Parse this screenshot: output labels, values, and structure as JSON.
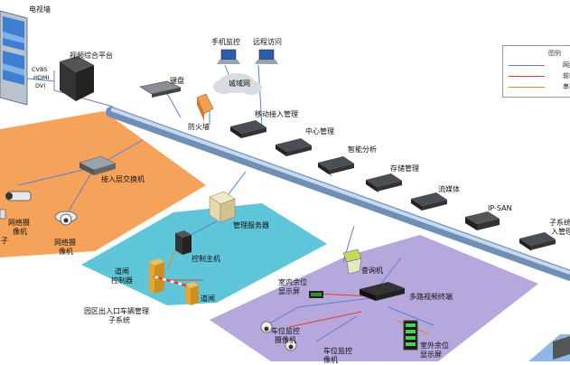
{
  "labels": {
    "tv_wall": "电视墙",
    "video_platform": "视频综合平台",
    "cvbs": "CVBS",
    "hdmi": "HDMI",
    "dvi": "DVI",
    "keyboard": "键盘",
    "mobile_monitor": "手机监控",
    "remote_access": "远程访问",
    "wan": "城域网",
    "firewall": "防火墙",
    "mobile_access": "移动接入管理",
    "center_mgmt": "中心管理",
    "smart_analysis": "智能分析",
    "storage_mgmt": "存储管理",
    "streaming": "流媒体",
    "ipsan": "IP-SAN",
    "subsystem_access_1": "子系统",
    "subsystem_access_2": "入管理",
    "access_switch": "接入层交换机",
    "network_cam_1a": "网络摄",
    "network_cam_1b": "像机",
    "network_cam_2a": "网络摄",
    "network_cam_2b": "像机",
    "zi": "子",
    "mgmt_server": "管理服务器",
    "control_host": "控制主机",
    "gate_controller_a": "道闸",
    "gate_controller_b": "控制器",
    "barrier": "道闸",
    "park_subsystem_a": "园区出入口车辆管理",
    "park_subsystem_b": "子系统",
    "query_machine": "查询机",
    "indoor_display_a": "室内余位",
    "indoor_display_b": "显示屏",
    "multi_video_terminal": "多路视频终端",
    "parking_cam_1a": "车位监控",
    "parking_cam_1b": "摄像机",
    "parking_cam_2a": "车位监控",
    "parking_cam_2b": "像机",
    "outdoor_display_a": "室外余位",
    "outdoor_display_b": "显示屏"
  },
  "legend": {
    "title": "图例",
    "items": [
      {
        "label": "网线",
        "color": "#5b7fd6"
      },
      {
        "label": "前端",
        "color": "#e23b3b"
      },
      {
        "label": "串口",
        "color": "#d98a2b"
      }
    ]
  }
}
